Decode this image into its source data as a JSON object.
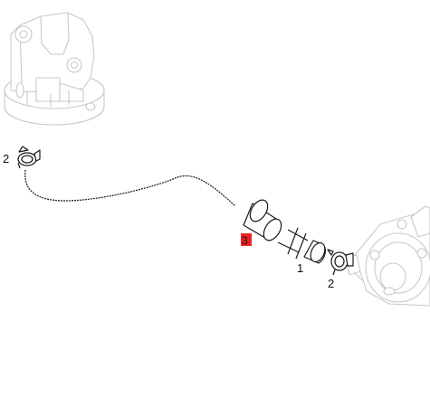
{
  "callouts": {
    "clamp_top": "2",
    "hose_pipe": "1",
    "clamp_bottom": "2",
    "sleeve_highlighted": "3"
  },
  "colors": {
    "highlight": "#e8251f",
    "part_stroke": "#1a1a1a",
    "ghost_stroke": "#c8c8c8"
  }
}
